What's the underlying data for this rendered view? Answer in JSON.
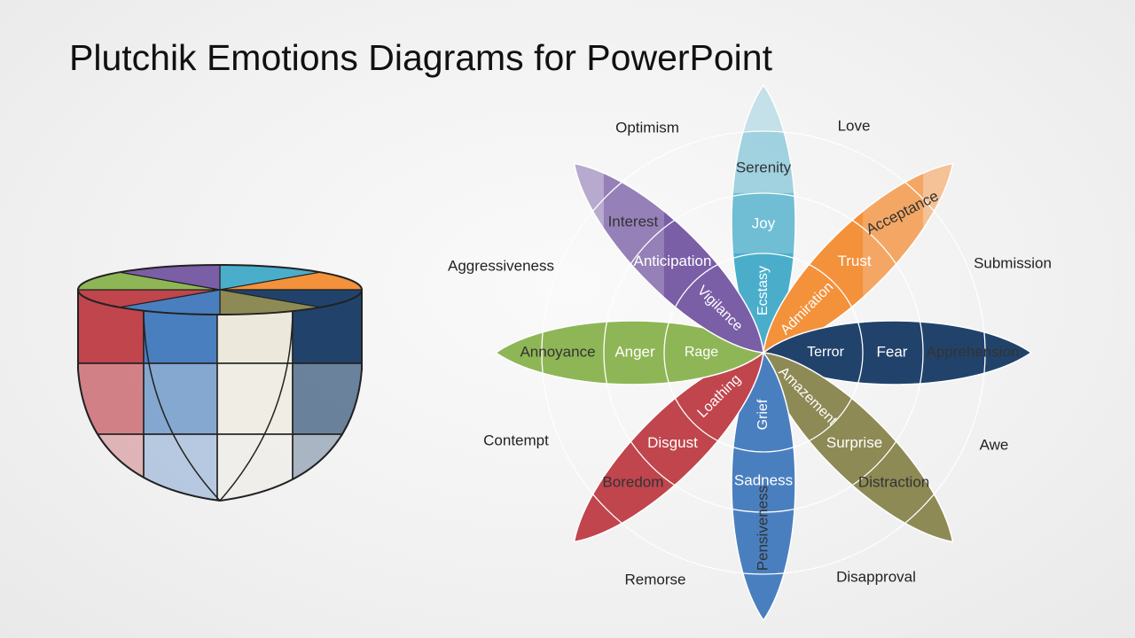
{
  "title": "Plutchik Emotions Diagrams for PowerPoint",
  "colors": {
    "joy": "#4aaecb",
    "trust": "#f4913b",
    "fear": "#21436b",
    "surprise": "#8d8a55",
    "sadness": "#4a7fbf",
    "disgust": "#c0454d",
    "anger": "#8fb656",
    "anticipation": "#7a5ea6"
  },
  "petals": [
    {
      "id": "joy",
      "inner": "Ecstasy",
      "middle": "Joy",
      "outer": "Serenity"
    },
    {
      "id": "trust",
      "inner": "Admiration",
      "middle": "Trust",
      "outer": "Acceptance"
    },
    {
      "id": "fear",
      "inner": "Terror",
      "middle": "Fear",
      "outer": "Apprehension"
    },
    {
      "id": "surprise",
      "inner": "Amazement",
      "middle": "Surprise",
      "outer": "Distraction"
    },
    {
      "id": "sadness",
      "inner": "Grief",
      "middle": "Sadness",
      "outer": "Pensiveness"
    },
    {
      "id": "disgust",
      "inner": "Loathing",
      "middle": "Disgust",
      "outer": "Boredom"
    },
    {
      "id": "anger",
      "inner": "Rage",
      "middle": "Anger",
      "outer": "Annoyance"
    },
    {
      "id": "anticipation",
      "inner": "Vigilance",
      "middle": "Anticipation",
      "outer": "Interest"
    }
  ],
  "dyads": [
    "Love",
    "Submission",
    "Awe",
    "Disapproval",
    "Remorse",
    "Contempt",
    "Aggressiveness",
    "Optimism"
  ]
}
